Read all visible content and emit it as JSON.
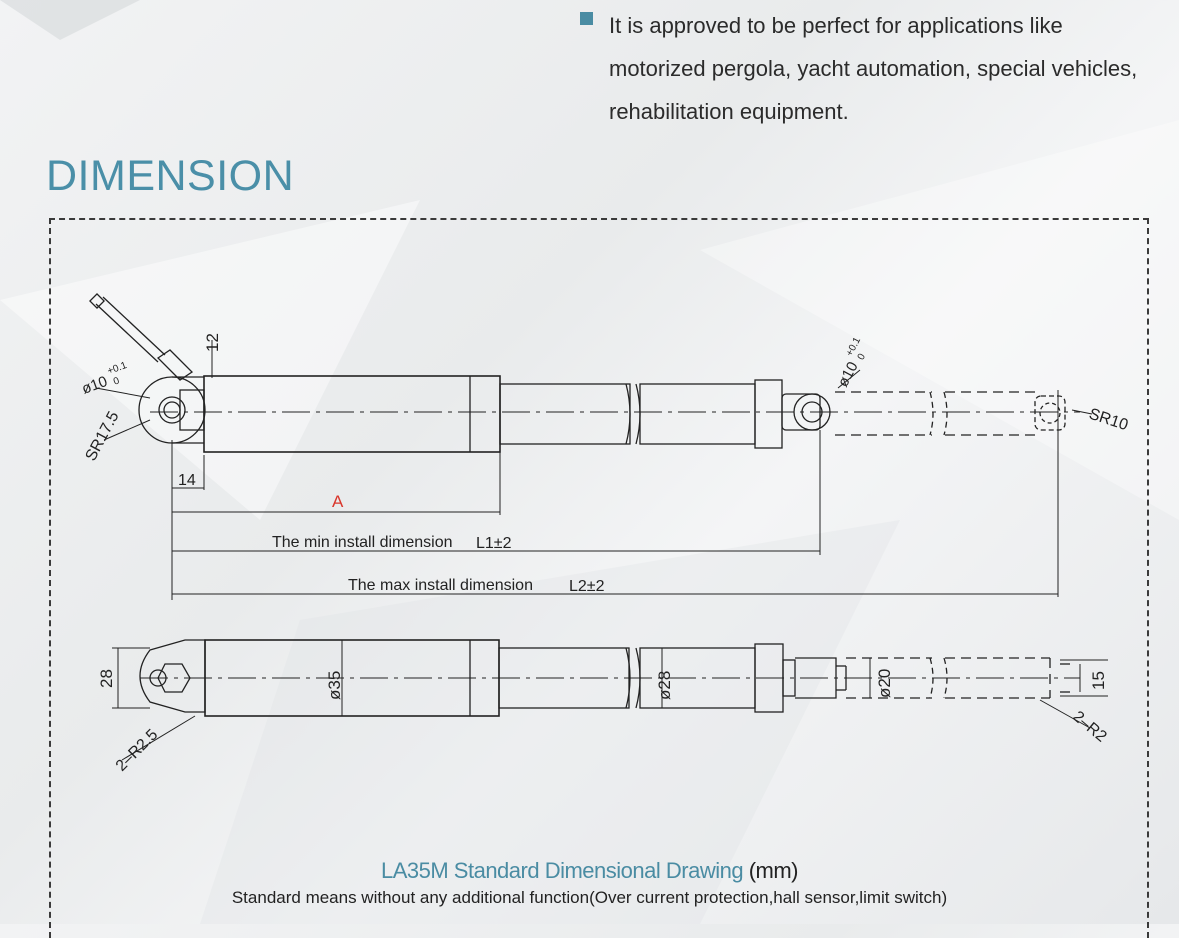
{
  "feature": {
    "text": "It is approved to be perfect for applications like motorized pergola, yacht automation, special vehicles, rehabilitation equipment."
  },
  "section_title": "DIMENSION",
  "drawing": {
    "top_view": {
      "eye_dim": "12",
      "hole_dia": "ø10",
      "hole_tol_top": "+0.1",
      "hole_tol_bottom": "0",
      "sr_back": "SR17.5",
      "offset": "14",
      "a_label": "A",
      "min_text": "The min install dimension",
      "min_code": "L1±2",
      "max_text": "The max install dimension",
      "max_code": "L2±2",
      "front_hole_dia": "ø10",
      "front_tol_top": "+0.1",
      "front_tol_bottom": "0",
      "sr_front": "SR10"
    },
    "side_view": {
      "height": "28",
      "body_dia": "ø35",
      "tube_dia": "ø28",
      "rod_dia": "ø20",
      "slot_width": "15",
      "radius_left": "2–R2.5",
      "radius_right": "2–R2"
    }
  },
  "caption": {
    "title": "LA35M Standard Dimensional Drawing",
    "unit": "(mm)",
    "note": "Standard means without any additional function(Over current protection,hall sensor,limit switch)"
  },
  "colors": {
    "accent": "#4a8ca3",
    "heading": "#4a8fa8",
    "a_label": "#d9362b"
  }
}
